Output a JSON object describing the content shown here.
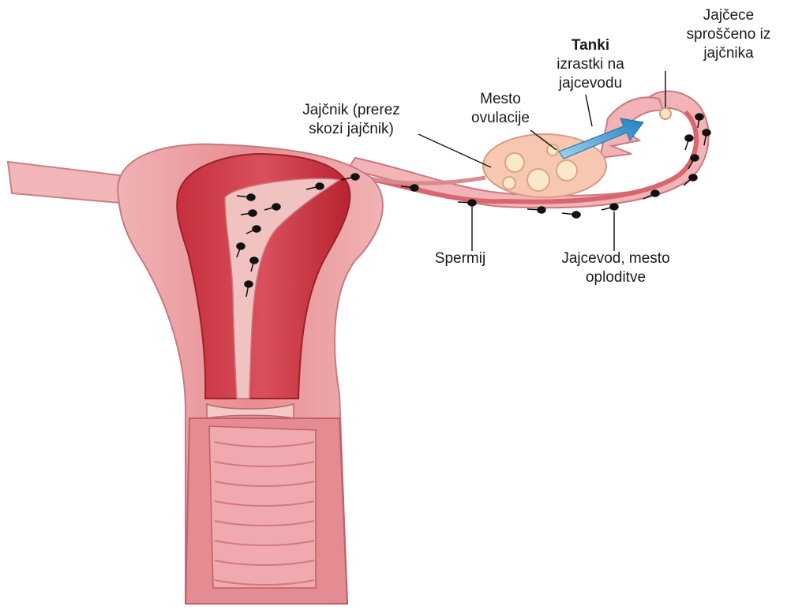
{
  "labels": {
    "egg_released": {
      "lines": [
        "Jajčece",
        "sproščeno iz",
        "jajčnika"
      ]
    },
    "fimbriae": {
      "lines": [
        "Tanki",
        "izrastki na",
        "jajcevodu"
      ]
    },
    "ovulation_site": {
      "lines": [
        "Mesto",
        "ovulacije"
      ]
    },
    "ovary": {
      "lines": [
        "Jajčnik (prerez",
        "skozi jajčnik)"
      ]
    },
    "sperm": {
      "lines": [
        "Spermij"
      ]
    },
    "fallopian_tube": {
      "lines": [
        "Jajcevod, mesto",
        "oploditve"
      ]
    }
  },
  "colors": {
    "uterus_outer": "#eaa0a4",
    "uterus_mid": "#d9656e",
    "uterus_inner": "#c8323f",
    "cavity": "#f2c4c2",
    "tube": "#e79aa0",
    "ovary": "#f6c2aa",
    "arrow": "#2a8fc9",
    "sperm": "#111111"
  }
}
